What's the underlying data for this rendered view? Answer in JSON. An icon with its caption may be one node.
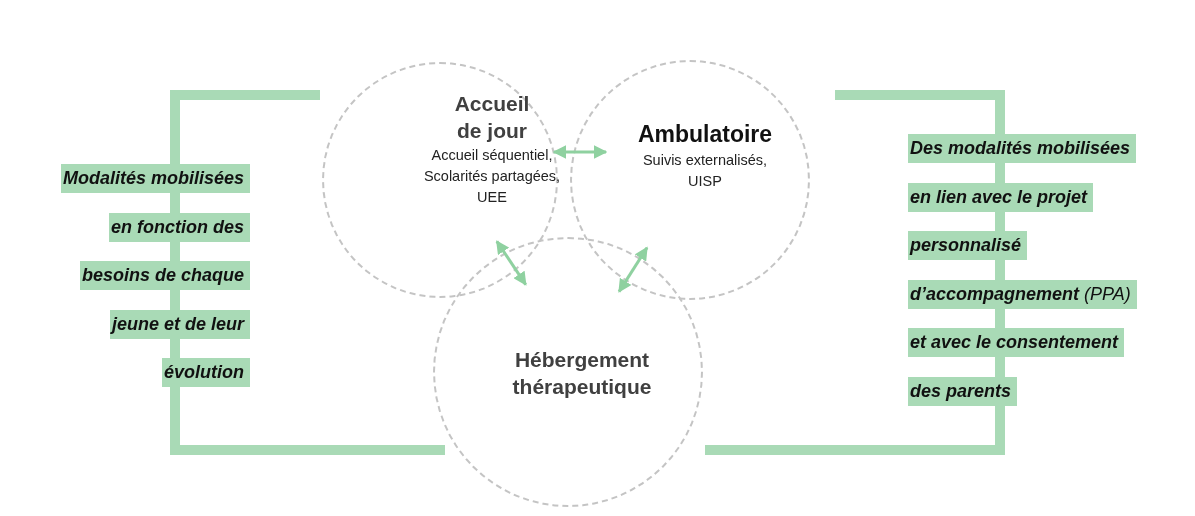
{
  "diagram": {
    "nodes": [
      {
        "text": [
          "Accueil de jour",
          "Accueil séquentiel, Scolarités partagées, UEE"
        ]
      },
      {
        "text": [
          "Ambulatoire",
          "Suivis externalisés, UISP"
        ]
      },
      {
        "text": [
          "Hébergement thérapeutique"
        ]
      }
    ],
    "edges": [
      {
        "from": 0,
        "to": 1,
        "arrow": "both"
      },
      {
        "from": 0,
        "to": 2,
        "arrow": "both"
      },
      {
        "from": 1,
        "to": 2,
        "arrow": "both"
      }
    ],
    "labels": [
      "Modalités mobilisées en fonction des besoins de chaque jeune et de leur évolution",
      "**Des modalités mobilisées en lien avec le projet personnalisé d’accompagnement** (PPA) **et avec le consentement des parents**"
    ]
  }
}
